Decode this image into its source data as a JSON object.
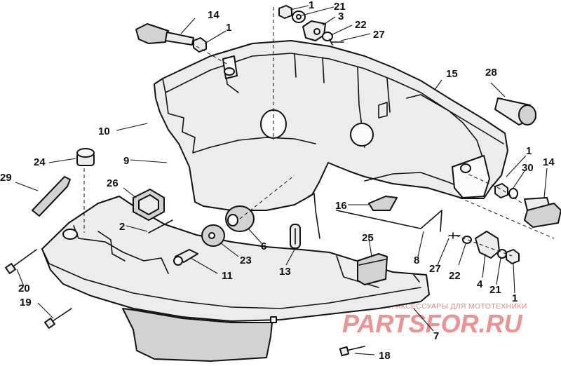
{
  "callouts": {
    "c14_top": "14",
    "c1_top_left": "1",
    "c1_top_center": "1",
    "c21_top": "21",
    "c3_top": "3",
    "c22_top": "22",
    "c27_top": "27",
    "c15": "15",
    "c28": "28",
    "c10": "10",
    "c9": "9",
    "c24": "24",
    "c29": "29",
    "c26": "26",
    "c2": "2",
    "c1_right": "1",
    "c30": "30",
    "c14_right": "14",
    "c16": "16",
    "c25": "25",
    "c6": "6",
    "c23": "23",
    "c11": "11",
    "c13": "13",
    "c8": "8",
    "c27_bottom": "27",
    "c22_bottom": "22",
    "c4": "4",
    "c21_bottom": "21",
    "c1_bottom": "1",
    "c20": "20",
    "c19": "19",
    "c7": "7",
    "c18": "18"
  },
  "watermark": {
    "caption": "ЗАПЧАСТИ И АКСЕССУАРЫ ДЛЯ МОТОТЕХНИКИ",
    "logo": "PARTSFOR.RU"
  }
}
